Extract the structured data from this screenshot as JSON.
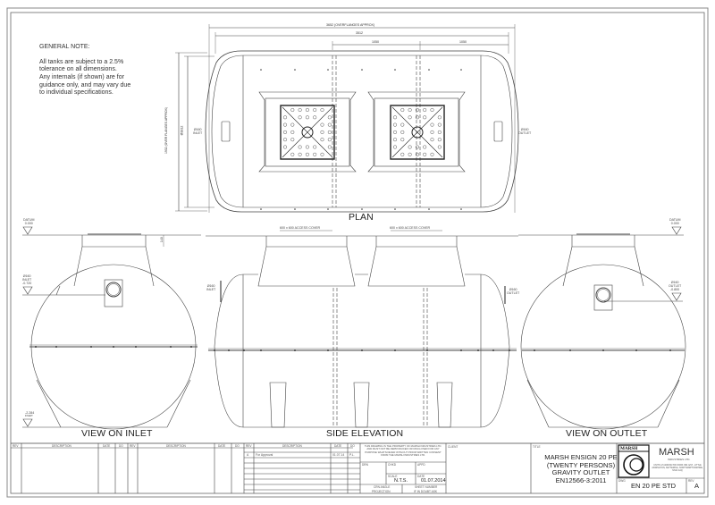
{
  "general_note": {
    "heading": "GENERAL NOTE:",
    "body": "All tanks are subject to a 2.5%\ntolerance on all dimensions.\nAny internals (if shown) are for\nguidance only, and may vary due\nto individual specifications."
  },
  "plan": {
    "label": "PLAN",
    "dim_overall": "3652 (OVERFLANGES APPROX)",
    "dim_length": "3512",
    "dim_section_1": "1050",
    "dim_section_2": "1050",
    "dim_height_overall": "1932 (OVER FLANGES APPROX)",
    "dim_diameter": "Ø1812",
    "inlet_label": "Ø160\nINLET",
    "outlet_label": "Ø160\nOUTLET"
  },
  "view_inlet": {
    "label": "VIEW ON INLET",
    "datum_label": "DATUM\n0.000",
    "inlet_label": "Ø160\nINLET\n-0.720",
    "neck_dim": "140",
    "base_level": "-2.284",
    "base_level_sub": "INVERT"
  },
  "side_elevation": {
    "label": "SIDE ELEVATION",
    "cover_1": "600 x 600 ACCESS COVER",
    "cover_2": "600 x 600 ACCESS COVER",
    "inlet_label": "Ø160\nINLET",
    "outlet_label": "Ø160\nOUTLET"
  },
  "view_outlet": {
    "label": "VIEW ON OUTLET",
    "datum_label": "DATUM\n0.000",
    "outlet_label": "Ø160\nOUTLET\n-0.800"
  },
  "revision_table": {
    "headers_left": [
      "REV",
      "DESCRIPTION",
      "DATE",
      "DO",
      "REV",
      "DESCRIPTION",
      "DATE",
      "DO"
    ],
    "headers_right": [
      "REV",
      "DESCRIPTION",
      "DATE",
      "DO"
    ],
    "rows": [
      {
        "rev": "A",
        "description": "For Approval",
        "date": "01.07.14",
        "by": "P.L."
      }
    ]
  },
  "title_block": {
    "copyright": "THIS DRAWING IS THE PROPERTY OF MARSH INDUSTRIES LTD. AND MUST NOT BE REPRODUCED OR DISCLOSED FOR ANY PURPOSE WHATSOEVER WITHOUT PRIOR WRITTEN CONSENT FROM THE MARSH INDUSTRIES LTD.",
    "drn_label": "DRN",
    "chkd_label": "CHKD",
    "apprd_label": "APPD",
    "scale_label": "SCALE",
    "scale_value": "N.T.S.",
    "date_label": "DATE",
    "date_value": "01.07.2014",
    "projection_label": "CRN ANGLE",
    "projection_value": "PROJECTION",
    "sheet_label": "SHEET NUMBER",
    "sheet_value": "IF IN DOUBT ASK",
    "client_label": "CLIENT",
    "title_label": "TITLE",
    "title_lines": [
      "MARSH ENSIGN 20 PE",
      "(TWENTY PERSONS)",
      "GRAVITY OUTLET",
      "EN12566-3:2011"
    ],
    "company_logo_text": "MARSH",
    "company_name": "MARSH",
    "company_sub": "INDUSTRIES LTD.",
    "company_address": "UNITS 4-5 ADDINGTON PARK IND. EST., LITTLE ADDINGTON, KETTERING, NORTHAMPTONSHIRE, NN14 4AQ",
    "dwg_label": "DWG",
    "dwg_number": "EN 20 PE STD",
    "rev_label": "REV",
    "rev_value": "A"
  }
}
